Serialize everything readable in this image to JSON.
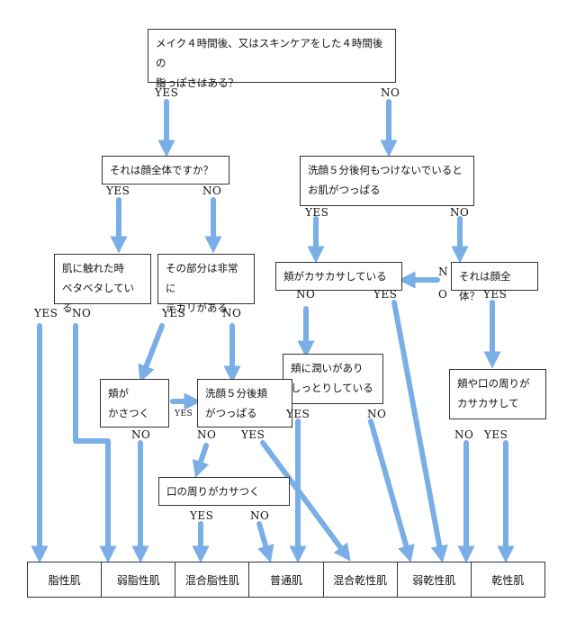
{
  "questions": {
    "q1": "メイク４時間後、又はスキンケアをした４時間後の\n脂っぽさはある？",
    "q2": "それは顔全体ですか？",
    "q3": "洗顔５分後何もつけないでいると\nお肌がつっぱる",
    "q4": "肌に触れた時\nベタベタしている",
    "q5": "その部分は非常に\nテカリがある",
    "q6": "頬がカサカサしている",
    "q7": "それは顔全体？",
    "q8": "頬に潤いがあり\nしっとりしている",
    "q9": "頬が\nかさつく",
    "q10": "洗顔５分後頬\nがつっぱる",
    "q11": "頬や口の周りが\nカサカサして",
    "q12": "口の周りがカサつく"
  },
  "labels": {
    "yes": "YES",
    "no": "NO",
    "n": "N",
    "o": "O"
  },
  "results": [
    "脂性肌",
    "弱脂性肌",
    "混合脂性肌",
    "普通肌",
    "混合乾性肌",
    "弱乾性肌",
    "乾性肌"
  ],
  "colors": {
    "arrow": "#7aaee6",
    "border": "#333333"
  }
}
